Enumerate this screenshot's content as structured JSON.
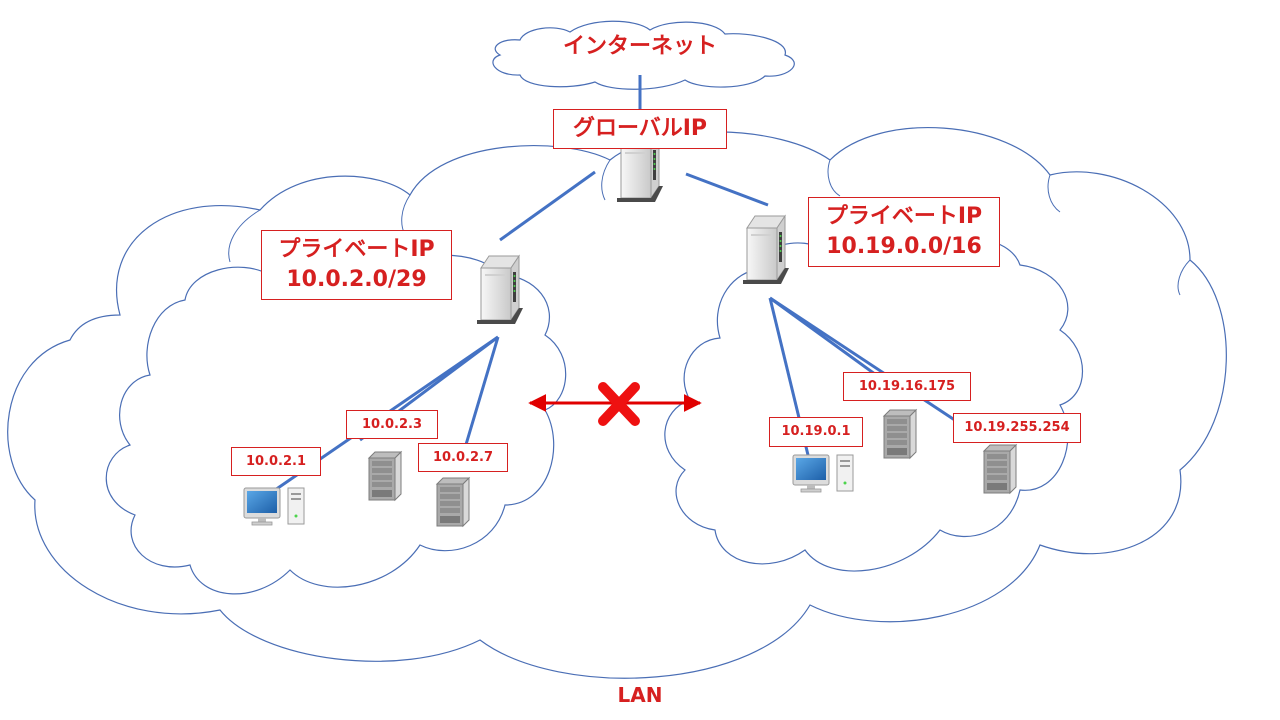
{
  "internet": {
    "label": "インターネット"
  },
  "global_ip": {
    "label": "グローバルIP"
  },
  "left_network": {
    "title": "プライベートIP",
    "subnet": "10.0.2.0/29",
    "hosts": [
      "10.0.2.1",
      "10.0.2.3",
      "10.0.2.7"
    ]
  },
  "right_network": {
    "title": "プライベートIP",
    "subnet": "10.19.0.0/16",
    "hosts": [
      "10.19.0.1",
      "10.19.16.175",
      "10.19.255.254"
    ]
  },
  "lan": {
    "label": "LAN"
  },
  "icons": {
    "routers": [
      "router-icon",
      "router-icon",
      "router-icon"
    ],
    "pcs": [
      "desktop-pc-icon",
      "desktop-pc-icon"
    ],
    "servers": [
      "server-icon",
      "server-icon",
      "server-icon",
      "server-icon"
    ],
    "block": "no-communication-x-icon"
  },
  "colors": {
    "label_red": "#d62020",
    "link_blue": "#4472c4",
    "cloud_outline": "#4a6eb5"
  }
}
